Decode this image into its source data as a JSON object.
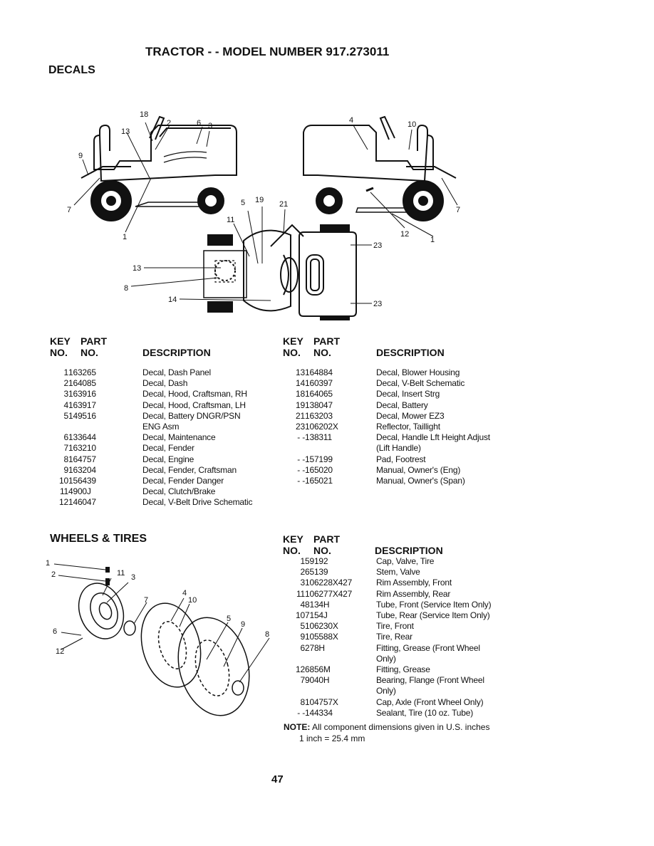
{
  "title": "TRACTOR - - MODEL NUMBER 917.273011",
  "decals": {
    "heading": "DECALS",
    "header": {
      "key_1": "KEY",
      "key_2": "NO.",
      "part_1": "PART",
      "part_2": "NO.",
      "desc": "DESCRIPTION"
    },
    "callouts": [
      "18",
      "2",
      "6",
      "3",
      "13",
      "9",
      "7",
      "1",
      "4",
      "10",
      "7",
      "12",
      "1",
      "5",
      "19",
      "21",
      "11",
      "23",
      "13",
      "8",
      "14",
      "23"
    ],
    "left_rows": [
      {
        "key": "1",
        "part": "163265",
        "desc": "Decal, Dash Panel"
      },
      {
        "key": "2",
        "part": "164085",
        "desc": "Decal, Dash"
      },
      {
        "key": "3",
        "part": "163916",
        "desc": "Decal, Hood, Craftsman, RH"
      },
      {
        "key": "4",
        "part": "163917",
        "desc": "Decal, Hood, Craftsman, LH"
      },
      {
        "key": "5",
        "part": "149516",
        "desc": "Decal, Battery DNGR/PSN"
      },
      {
        "key": "",
        "part": "",
        "desc": "ENG Asm"
      },
      {
        "key": "6",
        "part": "133644",
        "desc": "Decal, Maintenance"
      },
      {
        "key": "7",
        "part": "163210",
        "desc": "Decal, Fender"
      },
      {
        "key": "8",
        "part": "164757",
        "desc": "Decal, Engine"
      },
      {
        "key": "9",
        "part": "163204",
        "desc": "Decal, Fender, Craftsman"
      },
      {
        "key": "10",
        "part": "156439",
        "desc": "Decal, Fender Danger"
      },
      {
        "key": "11",
        "part": "4900J",
        "desc": "Decal, Clutch/Brake"
      },
      {
        "key": "12",
        "part": "146047",
        "desc": "Decal, V-Belt Drive Schematic"
      }
    ],
    "right_rows": [
      {
        "key": "13",
        "part": "164884",
        "desc": "Decal, Blower Housing"
      },
      {
        "key": "14",
        "part": "160397",
        "desc": "Decal, V-Belt Schematic"
      },
      {
        "key": "18",
        "part": "164065",
        "desc": "Decal, Insert Strg"
      },
      {
        "key": "19",
        "part": "138047",
        "desc": "Decal, Battery"
      },
      {
        "key": "21",
        "part": "163203",
        "desc": "Decal, Mower EZ3"
      },
      {
        "key": "23",
        "part": "106202X",
        "desc": "Reflector, Taillight"
      },
      {
        "key": "- -",
        "part": "138311",
        "desc": "Decal, Handle Lft Height Adjust"
      },
      {
        "key": "",
        "part": "",
        "desc": "(Lift Handle)"
      },
      {
        "key": "- -",
        "part": "157199",
        "desc": "Pad, Footrest"
      },
      {
        "key": "- -",
        "part": "165020",
        "desc": "Manual, Owner's (Eng)"
      },
      {
        "key": "- -",
        "part": "165021",
        "desc": "Manual, Owner's (Span)"
      }
    ]
  },
  "wheels": {
    "heading": "WHEELS & TIRES",
    "header": {
      "key_1": "KEY",
      "key_2": "NO.",
      "part_1": "PART",
      "part_2": "NO.",
      "desc": "DESCRIPTION"
    },
    "callouts": [
      "1",
      "2",
      "11",
      "3",
      "4",
      "10",
      "7",
      "5",
      "9",
      "8",
      "6",
      "12"
    ],
    "rows": [
      {
        "key": "1",
        "part": "59192",
        "desc": "Cap, Valve, Tire"
      },
      {
        "key": "2",
        "part": "65139",
        "desc": "Stem, Valve"
      },
      {
        "key": "3",
        "part": "106228X427",
        "desc": "Rim Assembly, Front"
      },
      {
        "key": "11",
        "part": "106277X427",
        "desc": "Rim Assembly, Rear"
      },
      {
        "key": "4",
        "part": "8134H",
        "desc": "Tube, Front (Service Item Only)"
      },
      {
        "key": "10",
        "part": "7154J",
        "desc": "Tube, Rear (Service Item Only)"
      },
      {
        "key": "5",
        "part": "106230X",
        "desc": "Tire, Front"
      },
      {
        "key": "9",
        "part": "105588X",
        "desc": "Tire, Rear"
      },
      {
        "key": "6",
        "part": "278H",
        "desc": "Fitting, Grease (Front Wheel"
      },
      {
        "key": "",
        "part": "",
        "desc": "Only)"
      },
      {
        "key": "12",
        "part": "6856M",
        "desc": "Fitting, Grease"
      },
      {
        "key": "7",
        "part": "9040H",
        "desc": "Bearing, Flange (Front Wheel"
      },
      {
        "key": "",
        "part": "",
        "desc": "Only)"
      },
      {
        "key": "8",
        "part": "104757X",
        "desc": "Cap, Axle (Front Wheel Only)"
      },
      {
        "key": "- -",
        "part": "144334",
        "desc": "Sealant, Tire (10 oz. Tube)"
      }
    ],
    "note_label": "NOTE:",
    "note_text": "All component dimensions given in U.S. inches",
    "note_line2": "1 inch = 25.4 mm"
  },
  "page_number": "47"
}
